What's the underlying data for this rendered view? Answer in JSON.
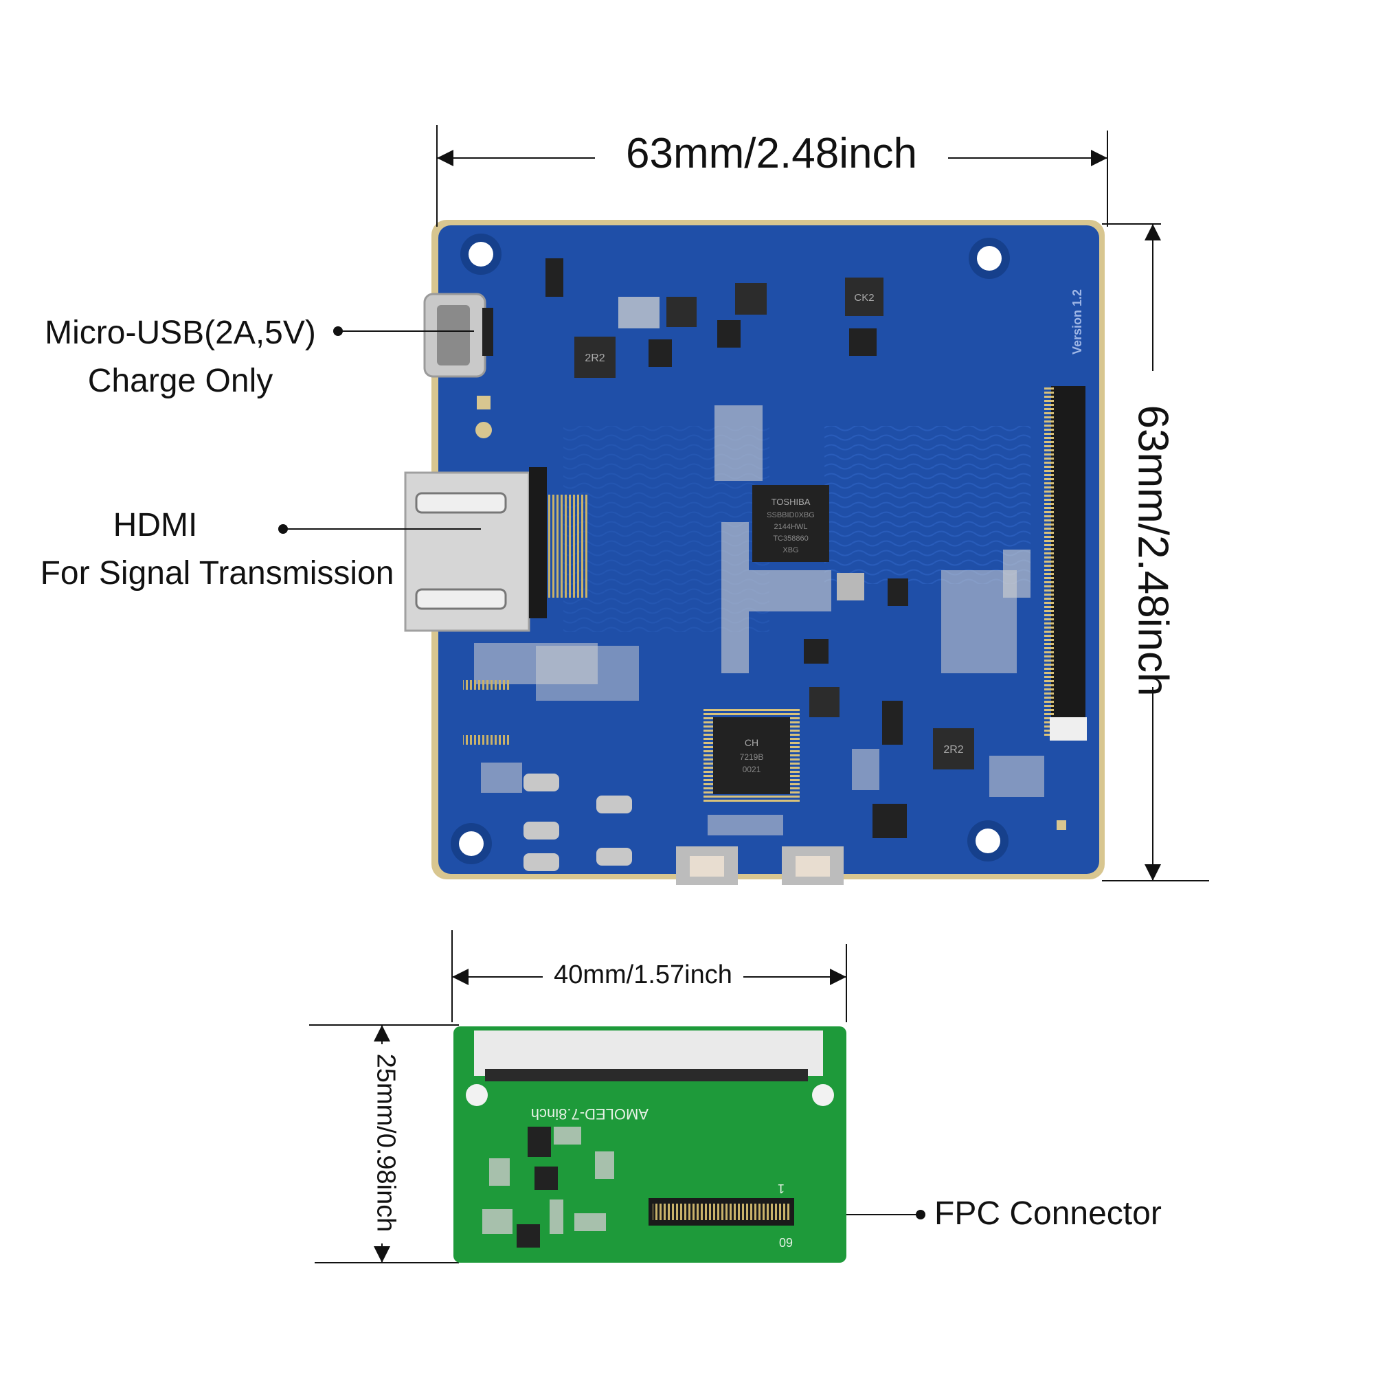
{
  "main_board": {
    "width_label": "63mm/2.48inch",
    "height_label": "63mm/2.48inch",
    "version_text": "Version 1.2",
    "chip_main_text": [
      "TOSHIBA",
      "SSBBID0XBG",
      "2144HWL",
      "TC358860",
      "XBG"
    ],
    "chip_qfp_text": [
      "CH",
      "7219B",
      "0021"
    ],
    "inductor_text": [
      "2R2",
      "2R2",
      "CK2"
    ]
  },
  "callouts": {
    "usb_line1": "Micro-USB(2A,5V)",
    "usb_line2": "Charge Only",
    "hdmi_line1": "HDMI",
    "hdmi_line2": "For Signal Transmission",
    "fpc": "FPC Connector"
  },
  "adapter_board": {
    "width_label": "40mm/1.57inch",
    "height_label": "25mm/0.98inch",
    "silkscreen": "AMOLED-7.8inch",
    "pin_label_1": "1",
    "pin_label_60": "60"
  },
  "colors": {
    "main_pcb": "#1f4fa8",
    "adapter_pcb": "#1e9a3a",
    "metal": "#cfcfcf",
    "line": "#111111"
  }
}
